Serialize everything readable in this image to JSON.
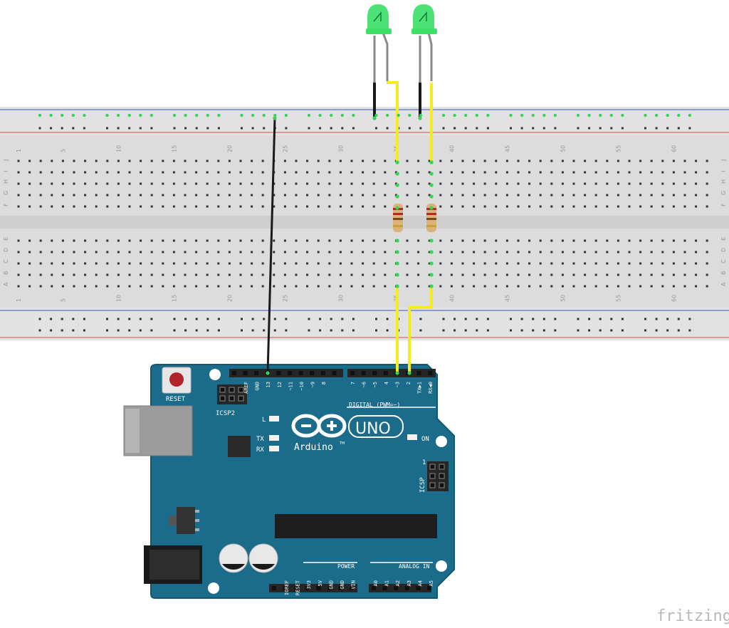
{
  "breadboard": {
    "column_numbers": [
      "1",
      "5",
      "10",
      "15",
      "20",
      "25",
      "30",
      "35",
      "40",
      "45",
      "50",
      "55",
      "60"
    ],
    "row_letters_top": [
      "J",
      "I",
      "H",
      "G",
      "F"
    ],
    "row_letters_bottom": [
      "E",
      "D",
      "C",
      "B",
      "A"
    ]
  },
  "arduino": {
    "reset_label": "RESET",
    "icsp2_label": "ICSP2",
    "icsp_label": "ICSP",
    "icsp_pin1": "1",
    "logo_text": "Arduino",
    "tm": "TM",
    "model": "UNO",
    "on_label": "ON",
    "l_label": "L",
    "tx_label": "TX",
    "rx_label": "RX",
    "digital_label": "DIGITAL (PWM=~)",
    "power_label": "POWER",
    "analog_label": "ANALOG IN",
    "top_pins_left": [
      "AREF",
      "GND",
      "13",
      "12",
      "~11",
      "~10",
      "~9",
      "8"
    ],
    "top_pins_right": [
      "7",
      "~6",
      "~5",
      "4",
      "~3",
      "2",
      "TX▶1",
      "RX◀0"
    ],
    "power_pins": [
      "IOREF",
      "RESET",
      "3V3",
      "5V",
      "GND",
      "GND",
      "VIN"
    ],
    "analog_pins": [
      "A0",
      "A1",
      "A2",
      "A3",
      "A4",
      "A5"
    ]
  },
  "watermark": "fritzing",
  "colors": {
    "board": "#1b6b8a",
    "board_edge": "#145670",
    "led": "#3ee06a",
    "wire_signal": "#f4ec1c",
    "wire_ground": "#1a1a1a",
    "rail_red": "#d94a4a",
    "rail_blue": "#3a55c8"
  }
}
